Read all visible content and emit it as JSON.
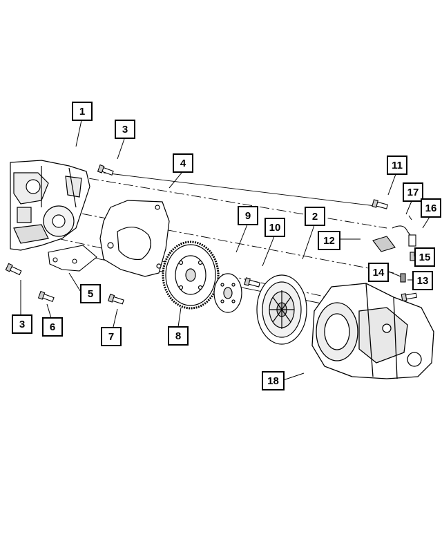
{
  "callouts": [
    {
      "id": "c1",
      "label": "1"
    },
    {
      "id": "c3a",
      "label": "3"
    },
    {
      "id": "c4",
      "label": "4"
    },
    {
      "id": "c11",
      "label": "11"
    },
    {
      "id": "c17",
      "label": "17"
    },
    {
      "id": "c16",
      "label": "16"
    },
    {
      "id": "c9",
      "label": "9"
    },
    {
      "id": "c10",
      "label": "10"
    },
    {
      "id": "c2",
      "label": "2"
    },
    {
      "id": "c12",
      "label": "12"
    },
    {
      "id": "c15",
      "label": "15"
    },
    {
      "id": "c14",
      "label": "14"
    },
    {
      "id": "c13",
      "label": "13"
    },
    {
      "id": "c5",
      "label": "5"
    },
    {
      "id": "c3b",
      "label": "3"
    },
    {
      "id": "c6",
      "label": "6"
    },
    {
      "id": "c7",
      "label": "7"
    },
    {
      "id": "c8",
      "label": "8"
    },
    {
      "id": "c18",
      "label": "18"
    }
  ],
  "parts": [
    {
      "id": "engine-block",
      "icon": "engine-block-icon"
    },
    {
      "id": "bolt",
      "icon": "bolt-icon"
    },
    {
      "id": "adapter-plate",
      "icon": "adapter-plate-icon"
    },
    {
      "id": "flexplate",
      "icon": "flexplate-icon"
    },
    {
      "id": "spacer-plate",
      "icon": "spacer-plate-icon"
    },
    {
      "id": "clutch-pressure-plate",
      "icon": "clutch-pressure-plate-icon"
    },
    {
      "id": "transaxle",
      "icon": "transaxle-icon"
    },
    {
      "id": "sensor",
      "icon": "sensor-icon"
    }
  ],
  "colors": {
    "line": "#000000",
    "background": "#ffffff"
  }
}
